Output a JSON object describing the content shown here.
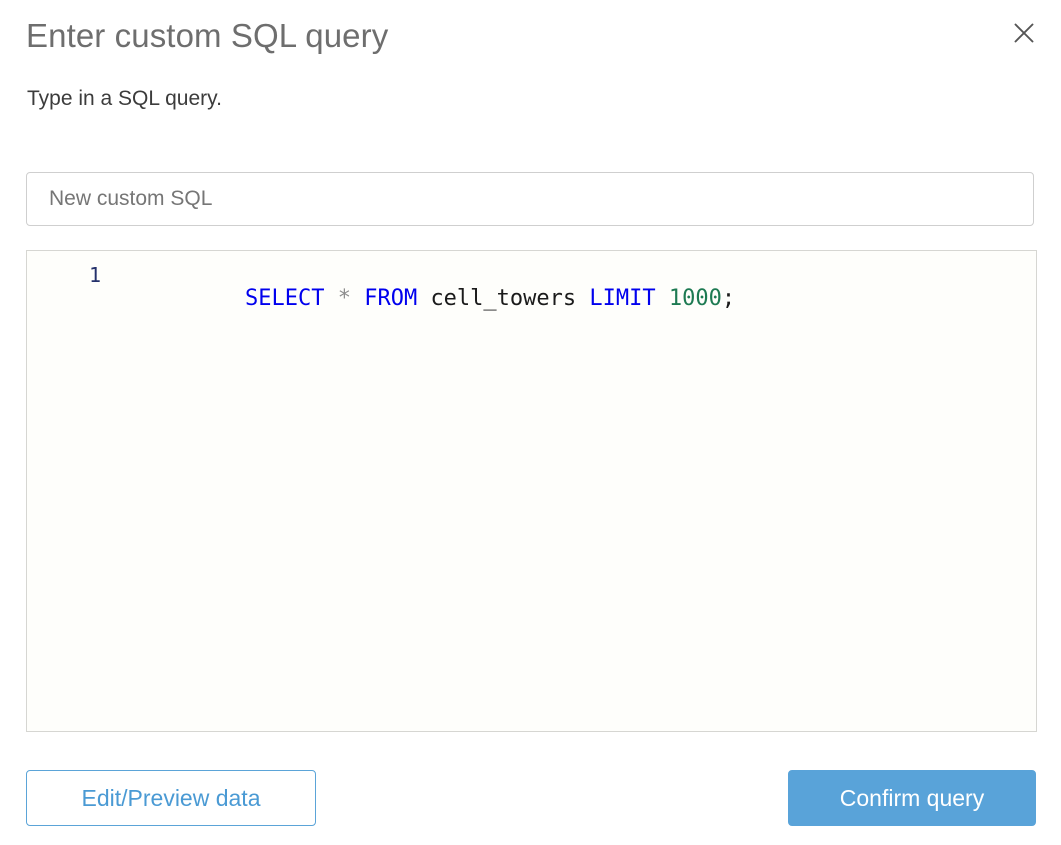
{
  "dialog": {
    "title": "Enter custom SQL query",
    "subtitle": "Type in a SQL query.",
    "close_icon": "close-icon"
  },
  "name_field": {
    "value": "",
    "placeholder": "New custom SQL"
  },
  "editor": {
    "line_number": "1",
    "language": "sql",
    "full_text": "SELECT * FROM cell_towers LIMIT 1000;",
    "tokens": [
      {
        "text": "SELECT",
        "type": "keyword"
      },
      {
        "text": " ",
        "type": "plain"
      },
      {
        "text": "*",
        "type": "operator"
      },
      {
        "text": " ",
        "type": "plain"
      },
      {
        "text": "FROM",
        "type": "keyword"
      },
      {
        "text": " ",
        "type": "plain"
      },
      {
        "text": "cell_towers",
        "type": "ident"
      },
      {
        "text": " ",
        "type": "plain"
      },
      {
        "text": "LIMIT",
        "type": "keyword"
      },
      {
        "text": " ",
        "type": "plain"
      },
      {
        "text": "1000",
        "type": "number"
      },
      {
        "text": ";",
        "type": "punct"
      }
    ]
  },
  "footer": {
    "secondary_label": "Edit/Preview data",
    "primary_label": "Confirm query"
  },
  "colors": {
    "accent": "#59a3d9",
    "accent_text": "#4a9ad4",
    "title_text": "#6e6e6e",
    "subtitle_text": "#3c3c3c",
    "border": "#cfcfcf",
    "editor_bg": "#fefefb",
    "keyword": "#0000ee",
    "number": "#1d7a52",
    "operator": "#8e8e8e",
    "line_number": "#24316b"
  }
}
